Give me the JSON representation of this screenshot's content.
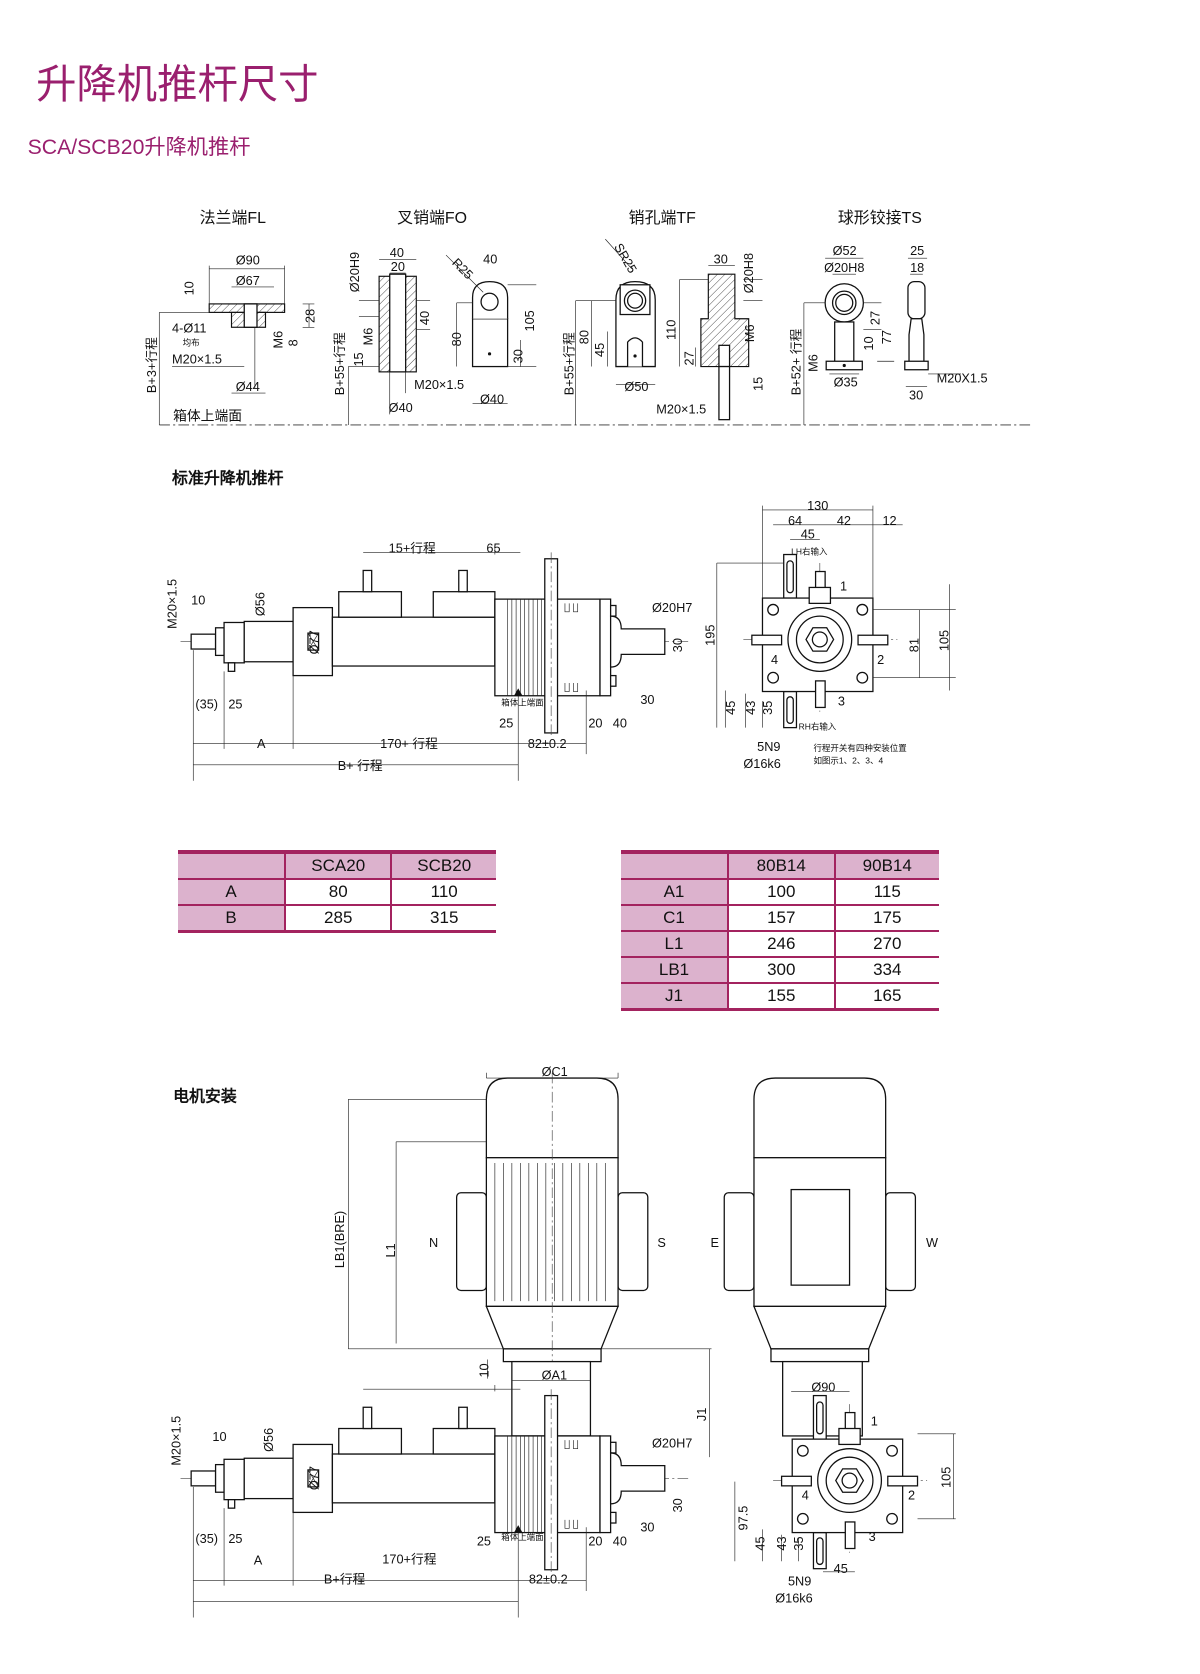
{
  "title": "升降机推杆尺寸",
  "subtitle": "SCA/SCB20升降机推杆",
  "colors": {
    "accent": "#9a1f6e",
    "table_fill": "#dcb2cd",
    "table_border": "#a3235f"
  },
  "end_fittings": {
    "fl": {
      "title": "法兰端FL",
      "dims": [
        "Ø90",
        "Ø67",
        "10",
        "4-Ø11",
        "均布",
        "M20×1.5",
        "Ø44",
        "M6",
        "8",
        "28",
        "B+3+行程"
      ]
    },
    "fo": {
      "title": "叉销端FO",
      "dims": [
        "40",
        "20",
        "Ø20H9",
        "40",
        "M6",
        "15",
        "B+55+行程",
        "M20×1.5",
        "Ø40",
        "R25",
        "40",
        "105",
        "80",
        "30",
        "Ø40"
      ]
    },
    "tf": {
      "title": "销孔端TF",
      "dims": [
        "SR25",
        "B+55+行程",
        "80",
        "45",
        "Ø50",
        "M20×1.5",
        "30",
        "Ø20H8",
        "110",
        "M6",
        "27",
        "15"
      ]
    },
    "ts": {
      "title": "球形铰接TS",
      "dims": [
        "Ø52",
        "Ø20H8",
        "B+52+ 行程",
        "M6",
        "Ø35",
        "27",
        "10",
        "77",
        "25",
        "18",
        "30",
        "M20X1.5"
      ]
    },
    "reference": "箱体上端面"
  },
  "standard": {
    "title": "标准升降机推杆",
    "dims": [
      "15+行程",
      "65",
      "M20×1.5",
      "10",
      "Ø56",
      "Ø77",
      "Ø20H7",
      "30",
      "30",
      "箱体上端面",
      "(35)",
      "25",
      "25",
      "20",
      "40",
      "A",
      "170+ 行程",
      "82±0.2",
      "B+ 行程"
    ],
    "top_view": [
      "130",
      "64",
      "42",
      "12",
      "45",
      "LH右输入",
      "1",
      "4",
      "2",
      "3",
      "RH右输入",
      "195",
      "81",
      "105",
      "45",
      "43",
      "35",
      "5N9",
      "Ø16k6",
      "行程开关有四种安装位置",
      "如图示1、2、3、4"
    ]
  },
  "table_ab": {
    "headers": [
      "",
      "SCA20",
      "SCB20"
    ],
    "rows": [
      [
        "A",
        "80",
        "110"
      ],
      [
        "B",
        "285",
        "315"
      ]
    ]
  },
  "table_motor": {
    "headers": [
      "",
      "80B14",
      "90B14"
    ],
    "rows": [
      [
        "A1",
        "100",
        "115"
      ],
      [
        "C1",
        "157",
        "175"
      ],
      [
        "L1",
        "246",
        "270"
      ],
      [
        "LB1",
        "300",
        "334"
      ],
      [
        "J1",
        "155",
        "165"
      ]
    ]
  },
  "motor": {
    "title": "电机安装",
    "dims": [
      "ØC1",
      "LB1(BRE)",
      "L1",
      "N",
      "S",
      "E",
      "W",
      "10",
      "ØA1",
      "J1",
      "Ø90",
      "M20×1.5",
      "10",
      "Ø56",
      "Ø77",
      "Ø20H7",
      "30",
      "30",
      "25",
      "箱体上端面",
      "(35)",
      "25",
      "20",
      "40",
      "A",
      "170+行程",
      "B+行程",
      "82±0.2",
      "1",
      "4",
      "2",
      "3",
      "105",
      "97.5",
      "45",
      "43",
      "35",
      "45",
      "5N9",
      "Ø16k6"
    ]
  }
}
